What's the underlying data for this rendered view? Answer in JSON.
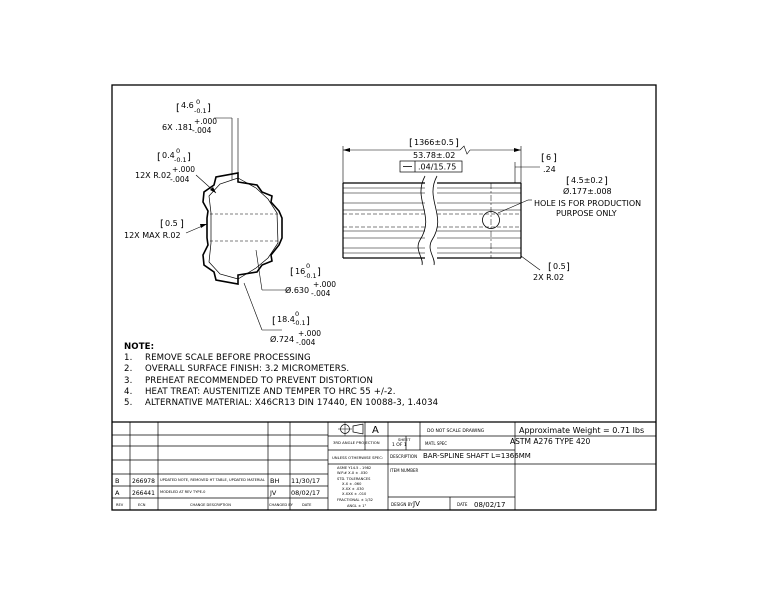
{
  "views": {
    "end_view": {
      "dim_slot_width": {
        "value": "4.6",
        "upper": "0",
        "lower": "-0.1",
        "qty_inch": "6X .181",
        "tol_plus": "+.000",
        "tol_minus": "-.004"
      },
      "dim_root_radius": {
        "value": "0.4",
        "upper": "0",
        "lower": "-0.1",
        "qty_inch": "12X R.02",
        "tol_plus": "+.000",
        "tol_minus": "-.004"
      },
      "dim_max_radius": {
        "value": "0.5",
        "label": "12X MAX R.02"
      },
      "dim_minor_dia": {
        "value": "16",
        "upper": "0",
        "lower": "-0.1",
        "inch": "Ø.630",
        "tol_plus": "+.000",
        "tol_minus": "-.004"
      },
      "dim_major_dia": {
        "value": "18.4",
        "upper": "0",
        "lower": "-0.1",
        "inch": "Ø.724",
        "tol_plus": "+.000",
        "tol_minus": "-.004"
      }
    },
    "side_view": {
      "dim_length_mm": "1366±0.5",
      "dim_length_in": "53.78±.02",
      "tolerance_frame": ".04/15.75",
      "dim_chamfer_end": {
        "value": "6",
        "inch": ".24"
      },
      "dim_hole": {
        "value": "4.5±0.2",
        "inch": "Ø.177±.008"
      },
      "hole_note_line1": "HOLE IS FOR PRODUCTION",
      "hole_note_line2": "PURPOSE ONLY",
      "dim_edge_radius": {
        "value": "0.5",
        "label": "2X R.02"
      }
    }
  },
  "notes": {
    "title": "NOTE:",
    "items": [
      {
        "num": "1.",
        "text": "REMOVE SCALE BEFORE PROCESSING"
      },
      {
        "num": "2.",
        "text": "OVERALL SURFACE FINISH: 3.2 MICROMETERS."
      },
      {
        "num": "3.",
        "text": "PREHEAT RECOMMENDED TO PREVENT DISTORTION"
      },
      {
        "num": "4.",
        "text": "HEAT TREAT: AUSTENITIZE AND TEMPER TO HRC 55 +/-2."
      },
      {
        "num": "5.",
        "text": "ALTERNATIVE MATERIAL: X46CR13 DIN 17440, EN 10088-3, 1.4034"
      }
    ]
  },
  "title_block": {
    "revision": "A",
    "scale_note": "DO NOT SCALE DRAWING",
    "weight": "Approximate Weight = 0.71 lbs",
    "projection": "3RD ANGLE PROJECTION",
    "sheet_label": "SHEET",
    "sheet_of": "1 OF 1",
    "material_label": "MATL SPEC",
    "material": "ASTM A276 TYPE 420",
    "spec_label": "UNLESS OTHERWISE SPEC:",
    "description_label": "DESCRIPTION",
    "description": "BAR-SPLINE SHAFT L=1366MM",
    "item_number_label": "ITEM NUMBER",
    "tolerance_lines": [
      "ASME Y14.5 - 1982",
      "W.P.# X.X ± .030",
      "STD. TOLERANCES",
      "X.X ± .060",
      "X.XX ± .030",
      "X.XXX ± .010",
      "FRACTIONAL ± 1/32",
      "ANGL ± 1°"
    ],
    "design_by_label": "DESIGN BY",
    "design_by": "JV",
    "date_label": "DATE",
    "date": "08/02/17",
    "revisions": [
      {
        "rev": "B",
        "ecn": "266978",
        "desc": "UPDATED NOTE, REMOVED HT TABLE, UPDATED MATERIAL",
        "by": "BH",
        "date": "11/30/17"
      },
      {
        "rev": "A",
        "ecn": "266441",
        "desc": "MODELED AT REV TYPE-0",
        "by": "JV",
        "date": "08/02/17"
      }
    ],
    "rev_headers": {
      "rev": "REV",
      "ecn": "ECN",
      "desc": "CHANGE DESCRIPTION",
      "by": "CHANGED BY",
      "date": "DATE"
    }
  }
}
